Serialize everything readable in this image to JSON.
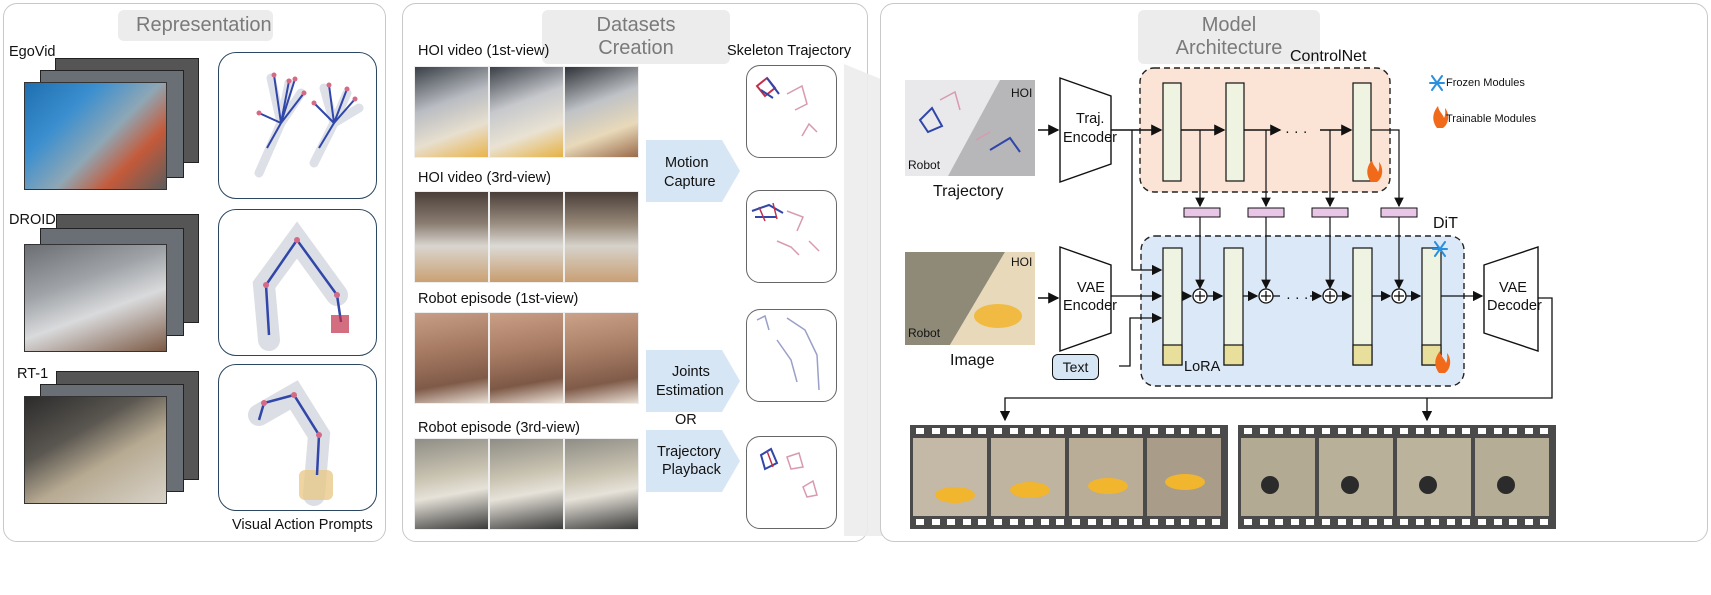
{
  "panels": {
    "representation": "Representation",
    "datasets": "Datasets Creation",
    "model": "Model Architecture"
  },
  "representation": {
    "sources": [
      "EgoVid",
      "DROID",
      "RT-1"
    ],
    "caption": "Visual Action Prompts"
  },
  "datasets": {
    "rows": [
      "HOI video (1st-view)",
      "HOI video (3rd-view)",
      "Robot episode (1st-view)",
      "Robot episode (3rd-view)"
    ],
    "skeleton_title": "Skeleton Trajectory",
    "motion_capture": [
      "Motion",
      "Capture"
    ],
    "joints_estimation": [
      "Joints",
      "Estimation"
    ],
    "or": "OR",
    "trajectory_playback": [
      "Trajectory",
      "Playback"
    ]
  },
  "model": {
    "controlnet": "ControlNet",
    "dit": "DiT",
    "traj_encoder": [
      "Traj.",
      "Encoder"
    ],
    "vae_encoder": [
      "VAE",
      "Encoder"
    ],
    "vae_decoder": [
      "VAE",
      "Decoder"
    ],
    "text": "Text",
    "lora": "LoRA",
    "ellipsis": "· · ·",
    "trajectory_caption": "Trajectory",
    "image_caption": "Image",
    "hoi_tag": "HOI",
    "robot_tag": "Robot",
    "legend": {
      "frozen": "Frozen Modules",
      "trainable": "Trainable Modules"
    }
  },
  "colors": {
    "controlnet_bg": "#fbe3d6",
    "dit_bg": "#dbe8f7",
    "block_fill": "#eef3e2",
    "lora_fill": "#e9df9c",
    "adapter_fill": "#e9c6e8",
    "arrowbox": "#d7e6f5",
    "skeleton_blue": "#3046a8",
    "skeleton_red": "#c0304a"
  }
}
